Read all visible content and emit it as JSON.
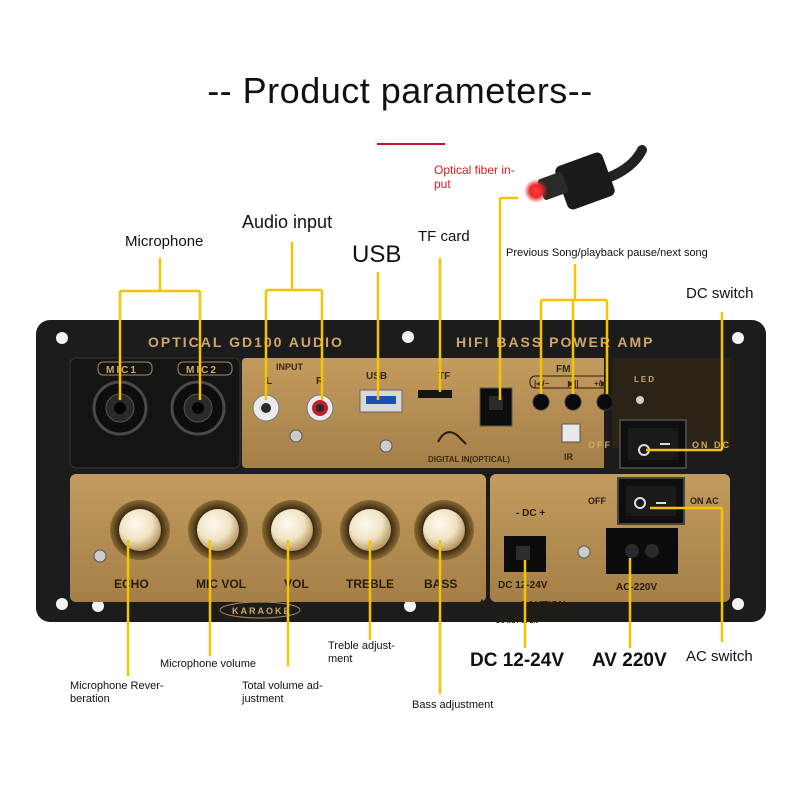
{
  "title": "-- Product parameters--",
  "labels": {
    "microphone": "Microphone",
    "audio_input": "Audio input",
    "usb": "USB",
    "tf_card": "TF card",
    "optical_fiber_input": "Optical fiber in-\nput",
    "song_controls": "Previous Song/playback pause/next song",
    "dc_switch": "DC switch",
    "ac_switch": "AC switch",
    "dc_voltage": "DC 12-24V",
    "ac_voltage": "AV 220V",
    "treble_adjustment": "Treble adjust-\nment",
    "microphone_volume": "Microphone volume",
    "microphone_reverberation": "Microphone Rever-\nberation",
    "total_volume_adjustment": "Total volume ad-\njustment",
    "bass_adjustment": "Bass adjustment"
  },
  "panel": {
    "top_left_text": "OPTICAL  GD100  AUDIO",
    "top_right_text": "HIFI  BASS  POWER  AMP",
    "mic1": "MIC1",
    "mic2": "MIC2",
    "input": "INPUT",
    "input_l": "L",
    "input_r": "R",
    "usb": "USB",
    "tf": "TF",
    "fm": "FM",
    "btn_prev": "|◀/−",
    "btn_play": "▶||",
    "btn_next": "+/▶|",
    "led": "LED",
    "ir": "IR",
    "digital_in": "DIGITAL IN(OPTICAL)",
    "off1": "OFF",
    "on_dc": "ON DC",
    "off2": "OFF",
    "on_ac": "ON AC",
    "knobs": [
      "ECHO",
      "MIC VOL",
      "VOL",
      "TREBLE",
      "BASS"
    ],
    "dc_plus": "- DC +",
    "dc_range": "DC 12-24V",
    "ac_range": "AC-220V",
    "caution": "CAUTION",
    "caution_sub1": "RISK OF ELECTRIC SHOCK",
    "caution_sub2": "DO NOT OPEN",
    "karaoke": "KARAOKE"
  },
  "colors": {
    "callout_line": "#f5c400",
    "panel_black": "#1c1c1c",
    "panel_gold": "#b0884f",
    "fiber_tip": "#e8252c"
  }
}
